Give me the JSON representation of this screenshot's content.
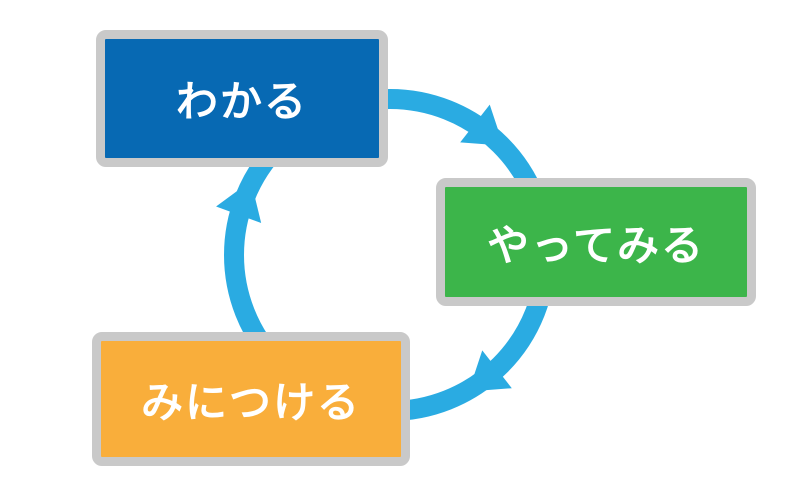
{
  "diagram": {
    "nodes": [
      {
        "id": "wakaru",
        "label": "わかる",
        "color": "#0769b3"
      },
      {
        "id": "yattemiru",
        "label": "やってみる",
        "color": "#3cb54a"
      },
      {
        "id": "mitsukeru",
        "label": "みにつける",
        "color": "#f9ae3b"
      }
    ],
    "edges": [
      {
        "from": "wakaru",
        "to": "yattemiru"
      },
      {
        "from": "yattemiru",
        "to": "mitsukeru"
      },
      {
        "from": "mitsukeru",
        "to": "wakaru"
      }
    ],
    "border_color": "#c9c9c9",
    "arrow_color": "#2aabe2",
    "direction": "clockwise"
  }
}
